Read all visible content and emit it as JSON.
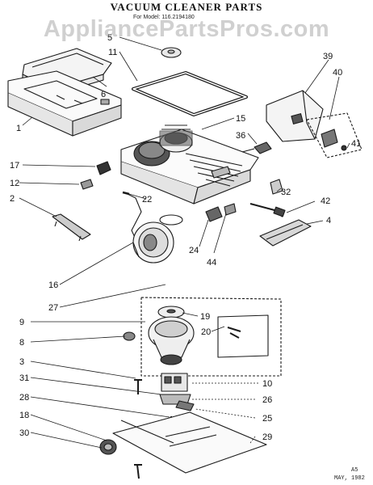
{
  "title": "VACUUM CLEANER PARTS",
  "subtitle": "For Model: 116.2194180",
  "watermark": "AppliancePartsPros.com",
  "footnote_code": "A5",
  "footnote_date": "MAY, 1982",
  "callouts": [
    "1",
    "2",
    "3",
    "4",
    "5",
    "6",
    "8",
    "9",
    "10",
    "11",
    "12",
    "15",
    "16",
    "17",
    "18",
    "19",
    "20",
    "22",
    "24",
    "25",
    "26",
    "27",
    "28",
    "29",
    "30",
    "31",
    "32",
    "36",
    "39",
    "40",
    "41",
    "42",
    "44"
  ]
}
